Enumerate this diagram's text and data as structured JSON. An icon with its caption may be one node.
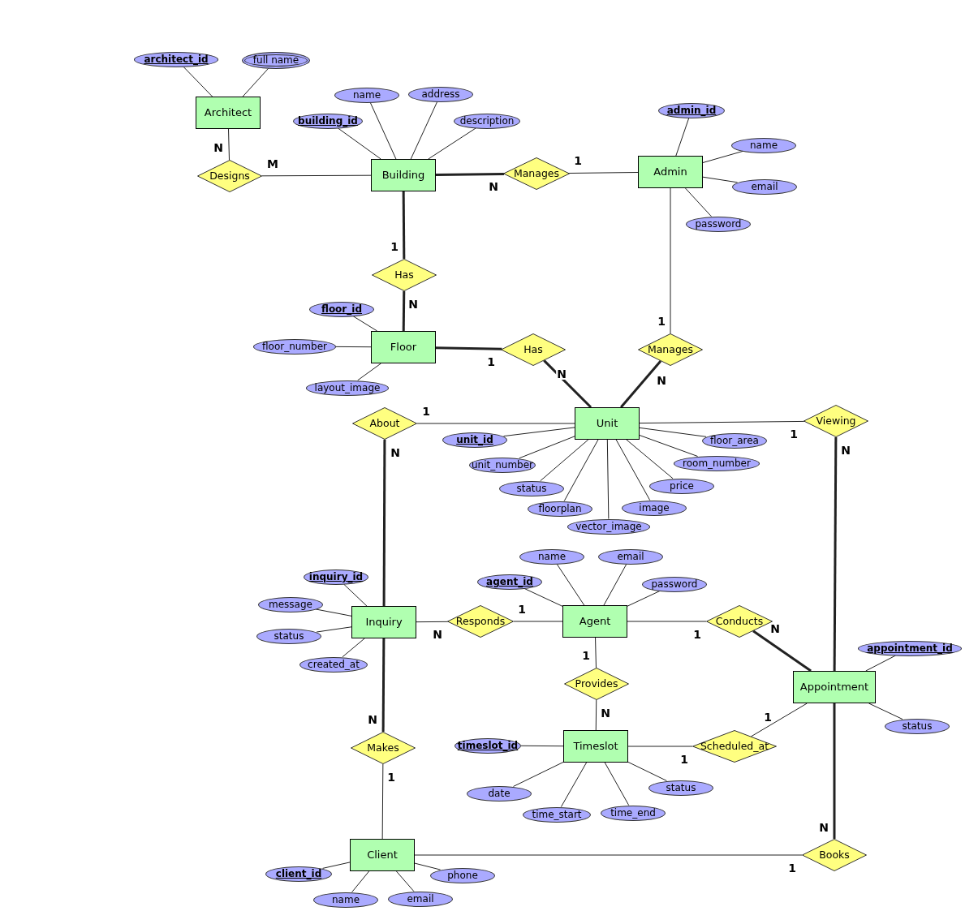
{
  "diagram": {
    "nodes": [
      {
        "text": [
          "architect_id"
        ]
      },
      {
        "text": [
          "full name"
        ]
      },
      {
        "text": [
          "Architect"
        ]
      },
      {
        "text": [
          "name"
        ]
      },
      {
        "text": [
          "address"
        ]
      },
      {
        "text": [
          "building_id"
        ]
      },
      {
        "text": [
          "description"
        ]
      },
      {
        "text": [
          "admin_id"
        ]
      },
      {
        "text": [
          "Designs"
        ]
      },
      {
        "text": [
          "Building"
        ]
      },
      {
        "text": [
          "Manages"
        ]
      },
      {
        "text": [
          "Admin"
        ]
      },
      {
        "text": [
          "name"
        ]
      },
      {
        "text": [
          "email"
        ]
      },
      {
        "text": [
          "password"
        ]
      },
      {
        "text": [
          "Has"
        ]
      },
      {
        "text": [
          "floor_id"
        ]
      },
      {
        "text": [
          "floor_number"
        ]
      },
      {
        "text": [
          "Floor"
        ]
      },
      {
        "text": [
          "Has"
        ]
      },
      {
        "text": [
          "Manages"
        ]
      },
      {
        "text": [
          "layout_image"
        ]
      },
      {
        "text": [
          "About"
        ]
      },
      {
        "text": [
          "Unit"
        ]
      },
      {
        "text": [
          "Viewing"
        ]
      },
      {
        "text": [
          "unit_id"
        ]
      },
      {
        "text": [
          "floor_area"
        ]
      },
      {
        "text": [
          "unit_number"
        ]
      },
      {
        "text": [
          "room_number"
        ]
      },
      {
        "text": [
          "status"
        ]
      },
      {
        "text": [
          "price"
        ]
      },
      {
        "text": [
          "floorplan"
        ]
      },
      {
        "text": [
          "image"
        ]
      },
      {
        "text": [
          "vector_image"
        ]
      },
      {
        "text": [
          "name"
        ]
      },
      {
        "text": [
          "email"
        ]
      },
      {
        "text": [
          "inquiry_id"
        ]
      },
      {
        "text": [
          "agent_id"
        ]
      },
      {
        "text": [
          "password"
        ]
      },
      {
        "text": [
          "message"
        ]
      },
      {
        "text": [
          "Inquiry"
        ]
      },
      {
        "text": [
          "Responds"
        ]
      },
      {
        "text": [
          "Agent"
        ]
      },
      {
        "text": [
          "Conducts"
        ]
      },
      {
        "text": [
          "status"
        ]
      },
      {
        "text": [
          "appointment_id"
        ]
      },
      {
        "text": [
          "created_at"
        ]
      },
      {
        "text": [
          "Provides"
        ]
      },
      {
        "text": [
          "Appointment"
        ]
      },
      {
        "text": [
          "status"
        ]
      },
      {
        "text": [
          "timeslot_id"
        ]
      },
      {
        "text": [
          "Makes"
        ]
      },
      {
        "text": [
          "Timeslot"
        ]
      },
      {
        "text": [
          "Scheduled_at"
        ]
      },
      {
        "text": [
          "status"
        ]
      },
      {
        "text": [
          "date"
        ]
      },
      {
        "text": [
          "time_start"
        ]
      },
      {
        "text": [
          "time_end"
        ]
      },
      {
        "text": [
          "Books"
        ]
      },
      {
        "text": [
          "Client"
        ]
      },
      {
        "text": [
          "client_id"
        ]
      },
      {
        "text": [
          "phone"
        ]
      },
      {
        "text": [
          "name"
        ]
      },
      {
        "text": [
          "email"
        ]
      }
    ],
    "edges": [
      {
        "from": 2,
        "to": 8,
        "arrow": "none",
        "label": "N"
      },
      {
        "from": 8,
        "to": 9,
        "arrow": "none",
        "label": "M"
      },
      {
        "from": 9,
        "to": 10,
        "arrow": "none",
        "label": "N",
        "style": "thick"
      },
      {
        "from": 10,
        "to": 11,
        "arrow": "none",
        "label": "1"
      },
      {
        "from": 9,
        "to": 15,
        "arrow": "none",
        "label": "1",
        "style": "thick"
      },
      {
        "from": 15,
        "to": 18,
        "arrow": "none",
        "label": "N",
        "style": "thick"
      },
      {
        "from": 18,
        "to": 19,
        "arrow": "none",
        "label": "1",
        "style": "thick"
      },
      {
        "from": 19,
        "to": 23,
        "arrow": "none",
        "label": "N",
        "style": "thick"
      },
      {
        "from": 11,
        "to": 20,
        "arrow": "none",
        "label": "1"
      },
      {
        "from": 20,
        "to": 23,
        "arrow": "none",
        "label": "N",
        "style": "thick"
      },
      {
        "from": 22,
        "to": 23,
        "arrow": "none",
        "label": "1"
      },
      {
        "from": 22,
        "to": 40,
        "arrow": "none",
        "label": "N",
        "style": "thick"
      },
      {
        "from": 23,
        "to": 24,
        "arrow": "none",
        "label": "1"
      },
      {
        "from": 24,
        "to": 48,
        "arrow": "none",
        "label": "N",
        "style": "thick"
      },
      {
        "from": 40,
        "to": 41,
        "arrow": "none",
        "label": "N"
      },
      {
        "from": 41,
        "to": 42,
        "arrow": "none",
        "label": "1"
      },
      {
        "from": 42,
        "to": 43,
        "arrow": "none",
        "label": "1"
      },
      {
        "from": 43,
        "to": 48,
        "arrow": "none",
        "label": "N",
        "style": "thick"
      },
      {
        "from": 42,
        "to": 47,
        "arrow": "none",
        "label": "1"
      },
      {
        "from": 47,
        "to": 52,
        "arrow": "none",
        "label": "N"
      },
      {
        "from": 40,
        "to": 51,
        "arrow": "none",
        "label": "N",
        "style": "thick"
      },
      {
        "from": 51,
        "to": 59,
        "arrow": "none",
        "label": "1"
      },
      {
        "from": 52,
        "to": 53,
        "arrow": "none",
        "label": "1"
      },
      {
        "from": 53,
        "to": 48,
        "arrow": "none",
        "label": "1"
      },
      {
        "from": 59,
        "to": 58,
        "arrow": "none",
        "label": "1"
      },
      {
        "from": 58,
        "to": 48,
        "arrow": "none",
        "label": "N",
        "style": "thick"
      },
      {
        "from": 0,
        "to": 2,
        "arrow": "none"
      },
      {
        "from": 1,
        "to": 2,
        "arrow": "none"
      },
      {
        "from": 3,
        "to": 9,
        "arrow": "none"
      },
      {
        "from": 4,
        "to": 9,
        "arrow": "none"
      },
      {
        "from": 5,
        "to": 9,
        "arrow": "none"
      },
      {
        "from": 6,
        "to": 9,
        "arrow": "none"
      },
      {
        "from": 7,
        "to": 11,
        "arrow": "none"
      },
      {
        "from": 12,
        "to": 11,
        "arrow": "none"
      },
      {
        "from": 13,
        "to": 11,
        "arrow": "none"
      },
      {
        "from": 14,
        "to": 11,
        "arrow": "none"
      },
      {
        "from": 16,
        "to": 18,
        "arrow": "none"
      },
      {
        "from": 17,
        "to": 18,
        "arrow": "none"
      },
      {
        "from": 21,
        "to": 18,
        "arrow": "none"
      },
      {
        "from": 25,
        "to": 23,
        "arrow": "none"
      },
      {
        "from": 26,
        "to": 23,
        "arrow": "none"
      },
      {
        "from": 27,
        "to": 23,
        "arrow": "none"
      },
      {
        "from": 28,
        "to": 23,
        "arrow": "none"
      },
      {
        "from": 29,
        "to": 23,
        "arrow": "none"
      },
      {
        "from": 30,
        "to": 23,
        "arrow": "none"
      },
      {
        "from": 31,
        "to": 23,
        "arrow": "none"
      },
      {
        "from": 32,
        "to": 23,
        "arrow": "none"
      },
      {
        "from": 33,
        "to": 23,
        "arrow": "none"
      },
      {
        "from": 34,
        "to": 42,
        "arrow": "none"
      },
      {
        "from": 35,
        "to": 42,
        "arrow": "none"
      },
      {
        "from": 37,
        "to": 42,
        "arrow": "none"
      },
      {
        "from": 38,
        "to": 42,
        "arrow": "none"
      },
      {
        "from": 36,
        "to": 40,
        "arrow": "none"
      },
      {
        "from": 39,
        "to": 40,
        "arrow": "none"
      },
      {
        "from": 44,
        "to": 40,
        "arrow": "none"
      },
      {
        "from": 46,
        "to": 40,
        "arrow": "none"
      },
      {
        "from": 45,
        "to": 48,
        "arrow": "none"
      },
      {
        "from": 49,
        "to": 48,
        "arrow": "none"
      },
      {
        "from": 50,
        "to": 52,
        "arrow": "none"
      },
      {
        "from": 54,
        "to": 52,
        "arrow": "none"
      },
      {
        "from": 55,
        "to": 52,
        "arrow": "none"
      },
      {
        "from": 56,
        "to": 52,
        "arrow": "none"
      },
      {
        "from": 57,
        "to": 52,
        "arrow": "none"
      },
      {
        "from": 60,
        "to": 59,
        "arrow": "none"
      },
      {
        "from": 61,
        "to": 59,
        "arrow": "none"
      },
      {
        "from": 62,
        "to": 59,
        "arrow": "none"
      },
      {
        "from": 63,
        "to": 59,
        "arrow": "none"
      }
    ]
  }
}
